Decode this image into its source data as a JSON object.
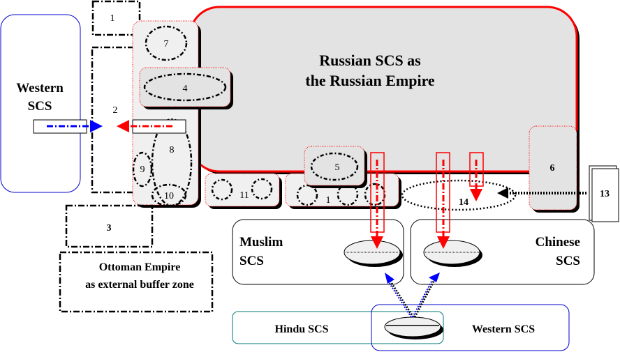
{
  "diagram": {
    "russian_empire": {
      "title_line1": "Russian SCS as",
      "title_line2": "the Russian Empire"
    },
    "western_scs_left": {
      "line1": "Western",
      "line2": "SCS"
    },
    "ottoman": {
      "line1": "Ottoman Empire",
      "line2": "as external buffer zone"
    },
    "muslim_scs": {
      "line1": "Muslim",
      "line2": "SCS"
    },
    "chinese_scs": {
      "line1": "Chinese",
      "line2": "SCS"
    },
    "hindu_scs": {
      "label": "Hindu SCS"
    },
    "western_scs_bottom": {
      "label": "Western SCS"
    },
    "zones": {
      "z1_top": "1",
      "z2": "2",
      "z3": "3",
      "z4": "4",
      "z5": "5",
      "z6": "6",
      "z7": "7",
      "z8": "8",
      "z9": "9",
      "z10": "10",
      "z11": "11",
      "z1_bottom": "1",
      "z13": "13",
      "z14": "14"
    },
    "colors": {
      "russian_border": "#ff0000",
      "russian_fill": "#e3e3e3",
      "subzone_fill": "#f0f0f0",
      "western_border": "#0000cc",
      "hindu_border": "#007777",
      "western_arrow": "#0000ff",
      "russian_arrow": "#ff0000"
    }
  }
}
